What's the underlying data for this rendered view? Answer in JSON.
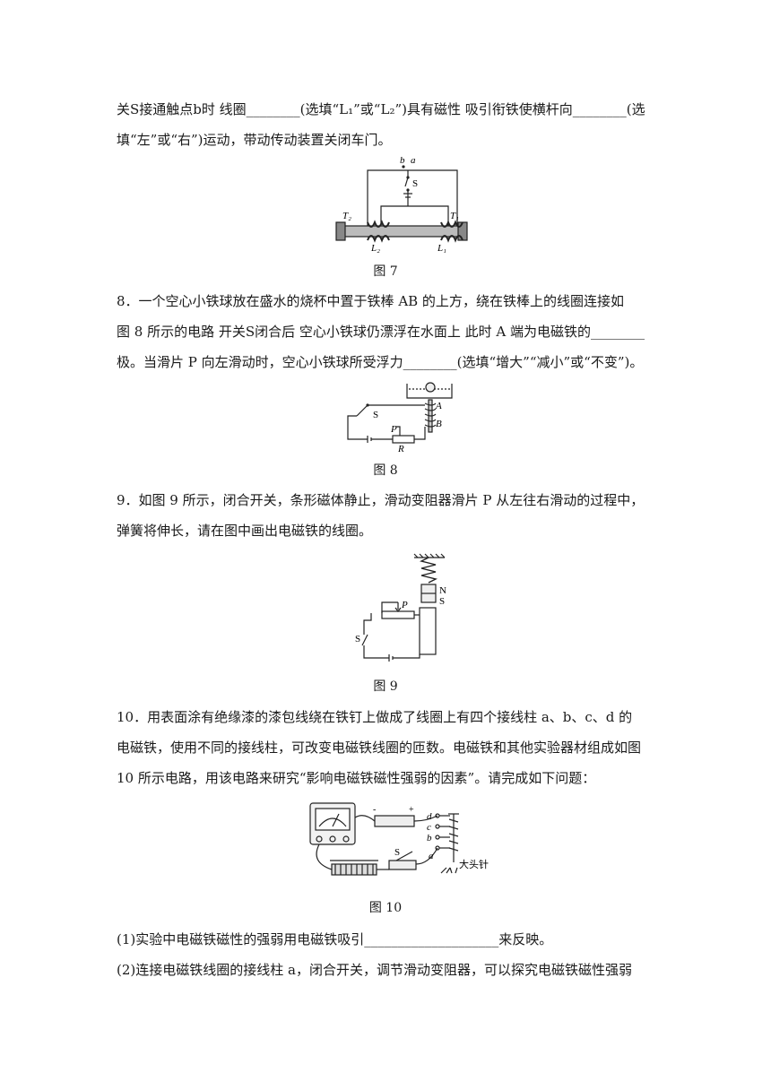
{
  "q7": {
    "line1": "关S接通触点b时 线圈________(选填“L₁”或“L₂”)具有磁性 吸引衔铁使横杆向________(选",
    "line2": "填“左”或“右”)运动，带动传动装置关闭车门。",
    "figure_caption": "图 7",
    "labels": {
      "b": "b",
      "a": "a",
      "s": "S",
      "t2": "T₂",
      "t1": "T₁",
      "l2": "L₂",
      "l1": "L₁"
    }
  },
  "q8": {
    "line1": "8．一个空心小铁球放在盛水的烧杯中置于铁棒 AB 的上方，绕在铁棒上的线圈连接如",
    "line2": "图 8 所示的电路 开关S闭合后 空心小铁球仍漂浮在水面上 此时 A 端为电磁铁的________",
    "line3": "极。当滑片 P 向左滑动时，空心小铁球所受浮力________(选填“增大”“减小”或“不变”)。",
    "figure_caption": "图 8",
    "labels": {
      "s": "S",
      "a": "A",
      "b": "B",
      "p": "P",
      "r": "R"
    }
  },
  "q9": {
    "line1": "9．如图 9 所示，闭合开关，条形磁体静止，滑动变阻器滑片 P 从左往右滑动的过程中，",
    "line2": "弹簧将伸长，请在图中画出电磁铁的线圈。",
    "figure_caption": "图 9",
    "labels": {
      "n": "N",
      "s_pole": "S",
      "p": "P",
      "s_switch": "S"
    }
  },
  "q10": {
    "line1": "10．用表面涂有绝缘漆的漆包线绕在铁钉上做成了线圈上有四个接线柱 a、b、c、d 的",
    "line2": "电磁铁，使用不同的接线柱，可改变电磁铁线圈的匝数。电磁铁和其他实验器材组成如图",
    "line3": "10 所示电路，用该电路来研究“影响电磁铁磁性强弱的因素”。请完成如下问题：",
    "figure_caption": "图 10",
    "labels": {
      "d": "d",
      "c": "c",
      "b": "b",
      "a": "a",
      "s": "S",
      "pin": "大头针",
      "plus": "+",
      "minus": "-"
    },
    "sub1": "(1)实验中电磁铁磁性的强弱用电磁铁吸引____________________来反映。",
    "sub2": "(2)连接电磁铁线圈的接线柱 a，闭合开关，调节滑动变阻器，可以探究电磁铁磁性强弱"
  }
}
